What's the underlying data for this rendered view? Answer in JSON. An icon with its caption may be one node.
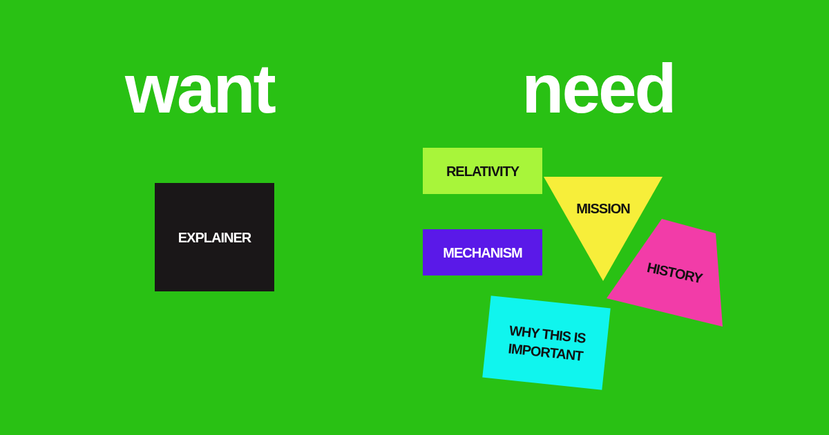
{
  "diagram": {
    "nodes": [
      {
        "text": [
          "EXPLAINER"
        ]
      },
      {
        "text": [
          "RELATIVITY"
        ]
      },
      {
        "text": [
          "MISSION"
        ]
      },
      {
        "text": [
          "MECHANISM"
        ]
      },
      {
        "text": [
          "HISTORY"
        ]
      },
      {
        "text": [
          "WHY THIS IS IMPORTANT"
        ]
      }
    ],
    "labels": [
      "want",
      "need"
    ]
  }
}
